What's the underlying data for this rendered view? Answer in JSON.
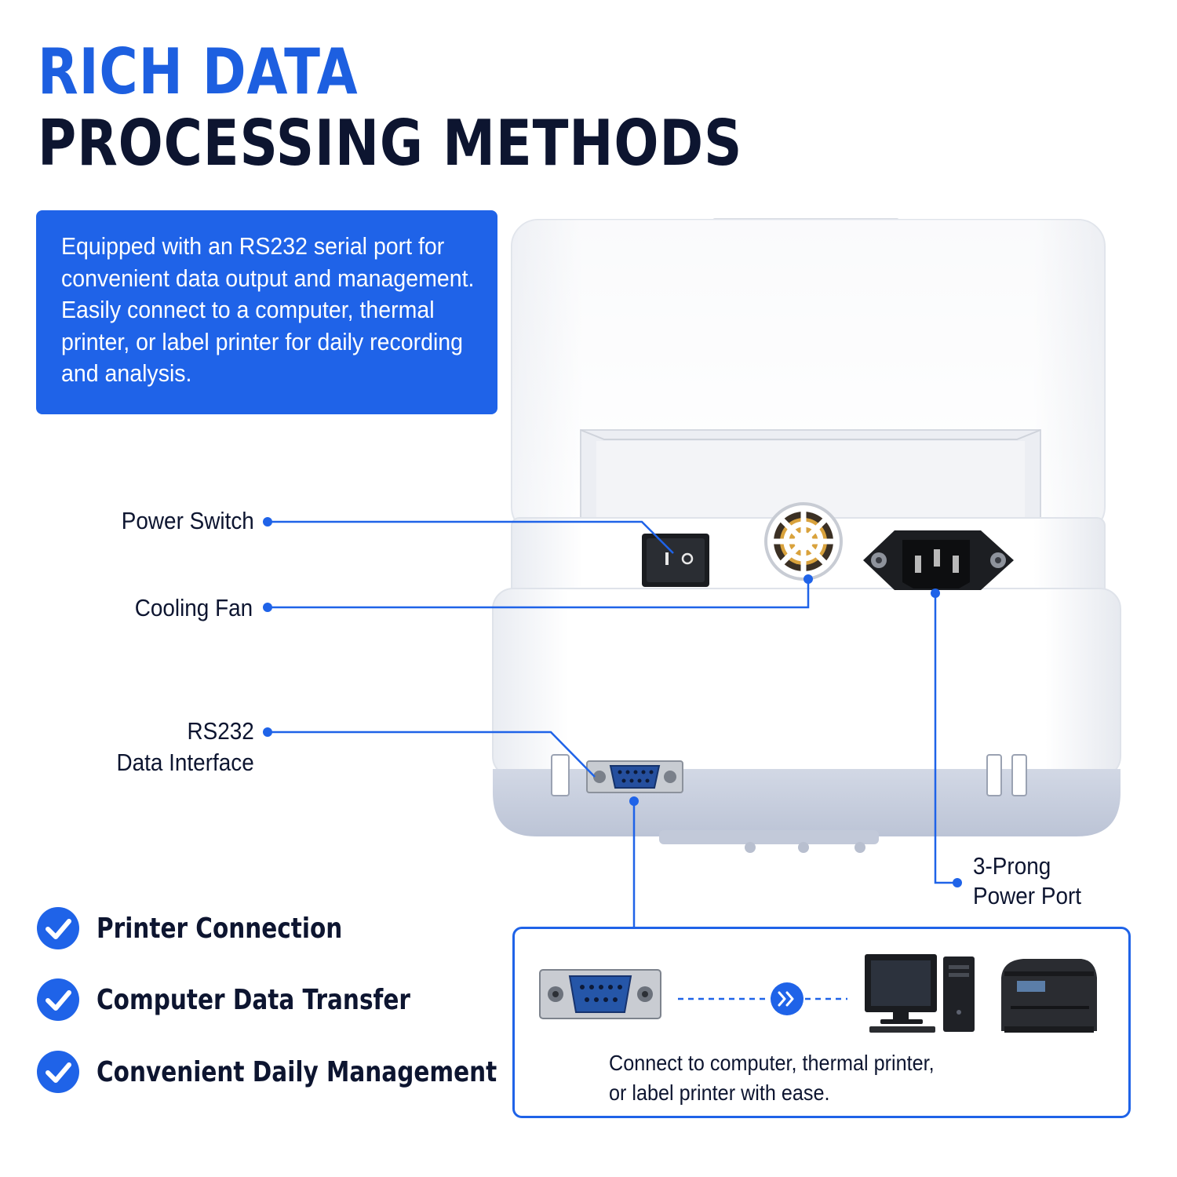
{
  "headline": {
    "line1": "RICH DATA",
    "line2": "PROCESSING METHODS"
  },
  "intro": {
    "text": "Equipped with an RS232 serial port for convenient data output and management. Easily connect to a computer, thermal printer, or label printer for daily recording and analysis."
  },
  "callouts": {
    "power_switch": "Power Switch",
    "cooling_fan": "Cooling Fan",
    "rs232_line1": "RS232",
    "rs232_line2": "Data Interface",
    "power_port_line1": "3-Prong",
    "power_port_line2": "Power Port"
  },
  "features": [
    {
      "label": "Printer Connection"
    },
    {
      "label": "Computer Data Transfer"
    },
    {
      "label": "Convenient Daily Management"
    }
  ],
  "connection": {
    "line1": "Connect to computer, thermal printer,",
    "line2": "or label printer with ease."
  },
  "icons": {
    "check": "check-circle-icon",
    "arrow": "double-chevron-right-icon",
    "serial": "db9-connector-icon",
    "computer": "desktop-computer-icon",
    "printer": "thermal-printer-icon"
  },
  "colors": {
    "accent": "#1f63e8",
    "dark_text": "#0d1530",
    "device_base": "#c7cfe0"
  }
}
